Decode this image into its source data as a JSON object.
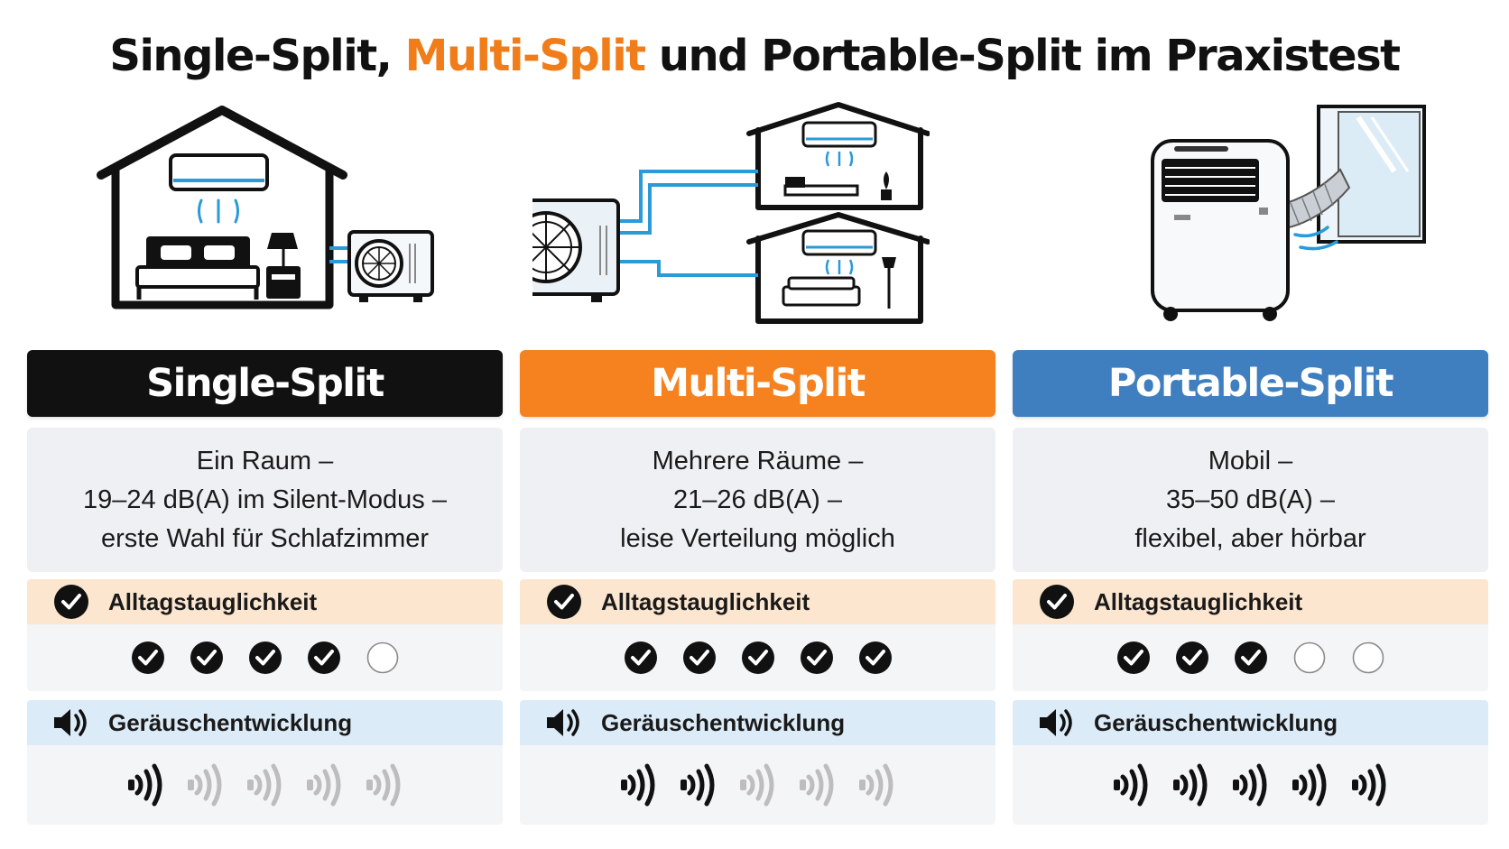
{
  "title": {
    "part1": "Single-Split, ",
    "highlight": "Multi-Split",
    "part2": " und Portable-Split im Praxistest"
  },
  "colors": {
    "accent_orange": "#f07d1a",
    "single_header": "#111111",
    "multi_header": "#f5821f",
    "portable_header": "#3f7fc0",
    "alltag_band": "#fce6cf",
    "noise_band": "#dcebf8",
    "pipe_blue": "#2b9ad8"
  },
  "columns": [
    {
      "name": "Single-Split",
      "description": [
        "Ein Raum –",
        "19–24 dB(A) im Silent-Modus –",
        "erste Wahl für Schlafzimmer"
      ],
      "alltag_label": "Alltagstauglichkeit",
      "alltag_rating": 4,
      "alltag_max": 5,
      "noise_label": "Geräuschentwicklung",
      "noise_rating": 1,
      "noise_max": 5
    },
    {
      "name": "Multi-Split",
      "description": [
        "Mehrere Räume –",
        "21–26 dB(A) –",
        "leise Verteilung möglich"
      ],
      "alltag_label": "Alltagstauglichkeit",
      "alltag_rating": 5,
      "alltag_max": 5,
      "noise_label": "Geräuschentwicklung",
      "noise_rating": 2,
      "noise_max": 5
    },
    {
      "name": "Portable-Split",
      "description": [
        "Mobil –",
        "35–50 dB(A) –",
        "flexibel, aber hörbar"
      ],
      "alltag_label": "Alltagstauglichkeit",
      "alltag_rating": 3,
      "alltag_max": 5,
      "noise_label": "Geräuschentwicklung",
      "noise_rating": 5,
      "noise_max": 5
    }
  ],
  "icons": {
    "alltag": "check-circle-icon",
    "noise": "speaker-icon",
    "rating_filled": "check-filled-icon",
    "rating_empty": "empty-circle-icon",
    "noise_active": "sound-wave-dark-icon",
    "noise_inactive": "sound-wave-grey-icon"
  }
}
